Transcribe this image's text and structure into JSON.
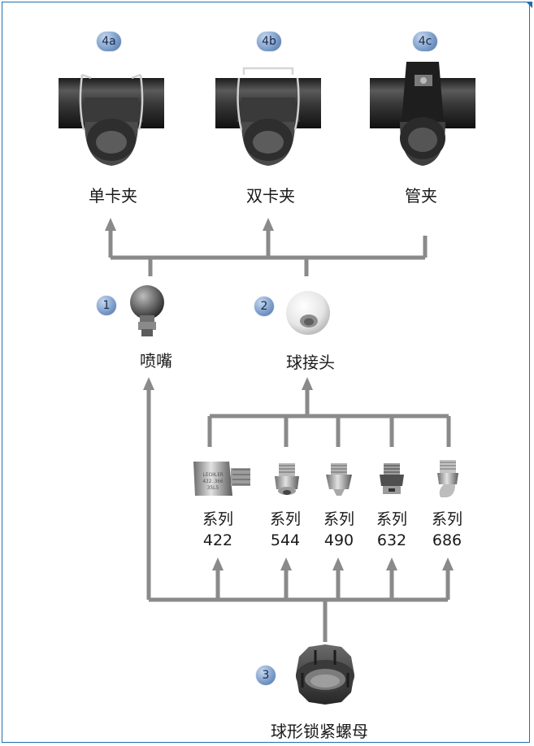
{
  "clamps": [
    {
      "badge": "4a",
      "label": "单卡夹",
      "icon": "single-clamp-icon"
    },
    {
      "badge": "4b",
      "label": "双卡夹",
      "icon": "double-clamp-icon"
    },
    {
      "badge": "4c",
      "label": "管夹",
      "icon": "pipe-clamp-icon"
    }
  ],
  "nozzle": {
    "badge": "1",
    "label": "喷嘴",
    "icon": "nozzle-tip-icon"
  },
  "ball_joint": {
    "badge": "2",
    "label": "球接头",
    "icon": "ball-joint-icon"
  },
  "series": [
    {
      "prefix": "系列",
      "number": "422",
      "icon": "series-422-nozzle-icon"
    },
    {
      "prefix": "系列",
      "number": "544",
      "icon": "series-544-nozzle-icon"
    },
    {
      "prefix": "系列",
      "number": "490",
      "icon": "series-490-nozzle-icon"
    },
    {
      "prefix": "系列",
      "number": "632",
      "icon": "series-632-nozzle-icon"
    },
    {
      "prefix": "系列",
      "number": "686",
      "icon": "series-686-nozzle-icon"
    }
  ],
  "lock_nut": {
    "badge": "3",
    "label": "球形锁紧螺母",
    "icon": "lock-nut-icon"
  },
  "colors": {
    "frame": "#1f6fb0",
    "connector": "#8a8a8a",
    "badge": "#7e9fcc"
  }
}
